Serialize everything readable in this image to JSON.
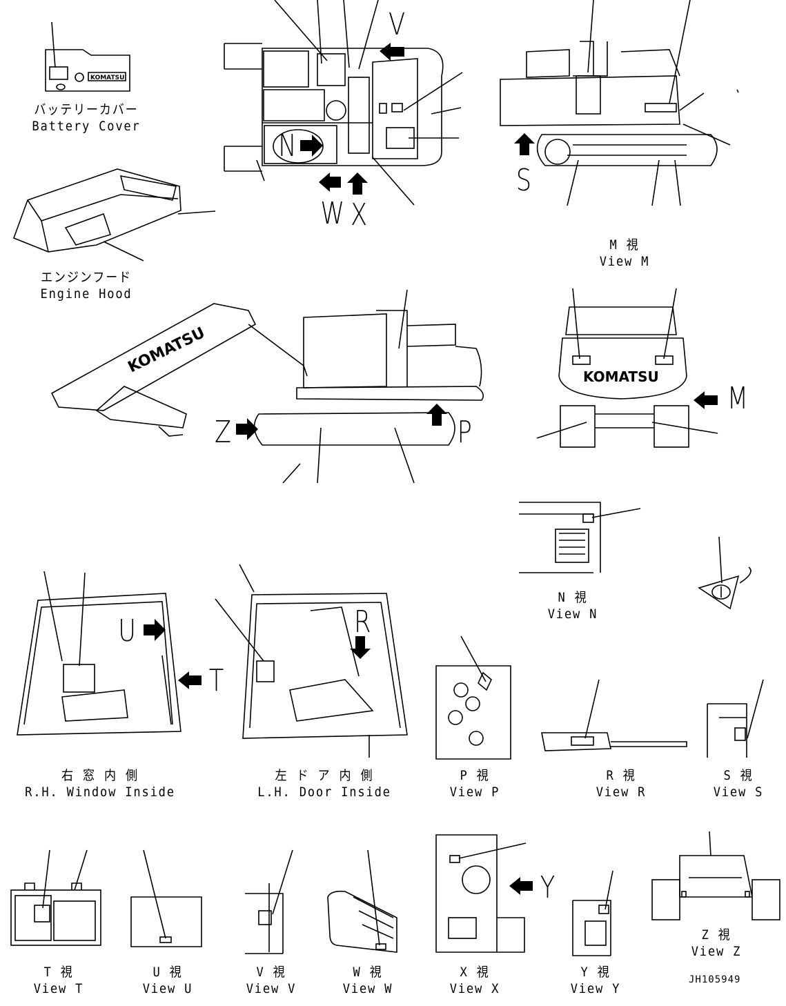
{
  "captions": {
    "battery_cover": {
      "jp": "バッテリーカバー",
      "en": "Battery Cover"
    },
    "engine_hood": {
      "jp": "エンジンフード",
      "en": "Engine Hood"
    },
    "view_m": {
      "jp": "M 視",
      "en": "View M"
    },
    "view_n": {
      "jp": "N 視",
      "en": "View N"
    },
    "rh_window": {
      "jp": "右 窓 内 側",
      "en": "R.H. Window Inside"
    },
    "lh_door": {
      "jp": "左 ド ア 内 側",
      "en": "L.H. Door Inside"
    },
    "view_p": {
      "jp": "P 視",
      "en": "View P"
    },
    "view_r": {
      "jp": "R 視",
      "en": "View R"
    },
    "view_s": {
      "jp": "S 視",
      "en": "View S"
    },
    "view_t": {
      "jp": "T 視",
      "en": "View T"
    },
    "view_u": {
      "jp": "U 視",
      "en": "View U"
    },
    "view_v": {
      "jp": "V 視",
      "en": "View V"
    },
    "view_w": {
      "jp": "W 視",
      "en": "View W"
    },
    "view_x": {
      "jp": "X 視",
      "en": "View X"
    },
    "view_y": {
      "jp": "Y 視",
      "en": "View Y"
    },
    "view_z": {
      "jp": "Z 視",
      "en": "View Z"
    }
  },
  "view_letters": {
    "v": "V",
    "n": "N",
    "w": "W",
    "x": "X",
    "s": "S",
    "m": "M",
    "z": "Z",
    "p": "P",
    "u": "U",
    "t": "T",
    "r": "R",
    "y": "Y"
  },
  "brand": "KOMATSU",
  "drawing_code": "JH105949"
}
